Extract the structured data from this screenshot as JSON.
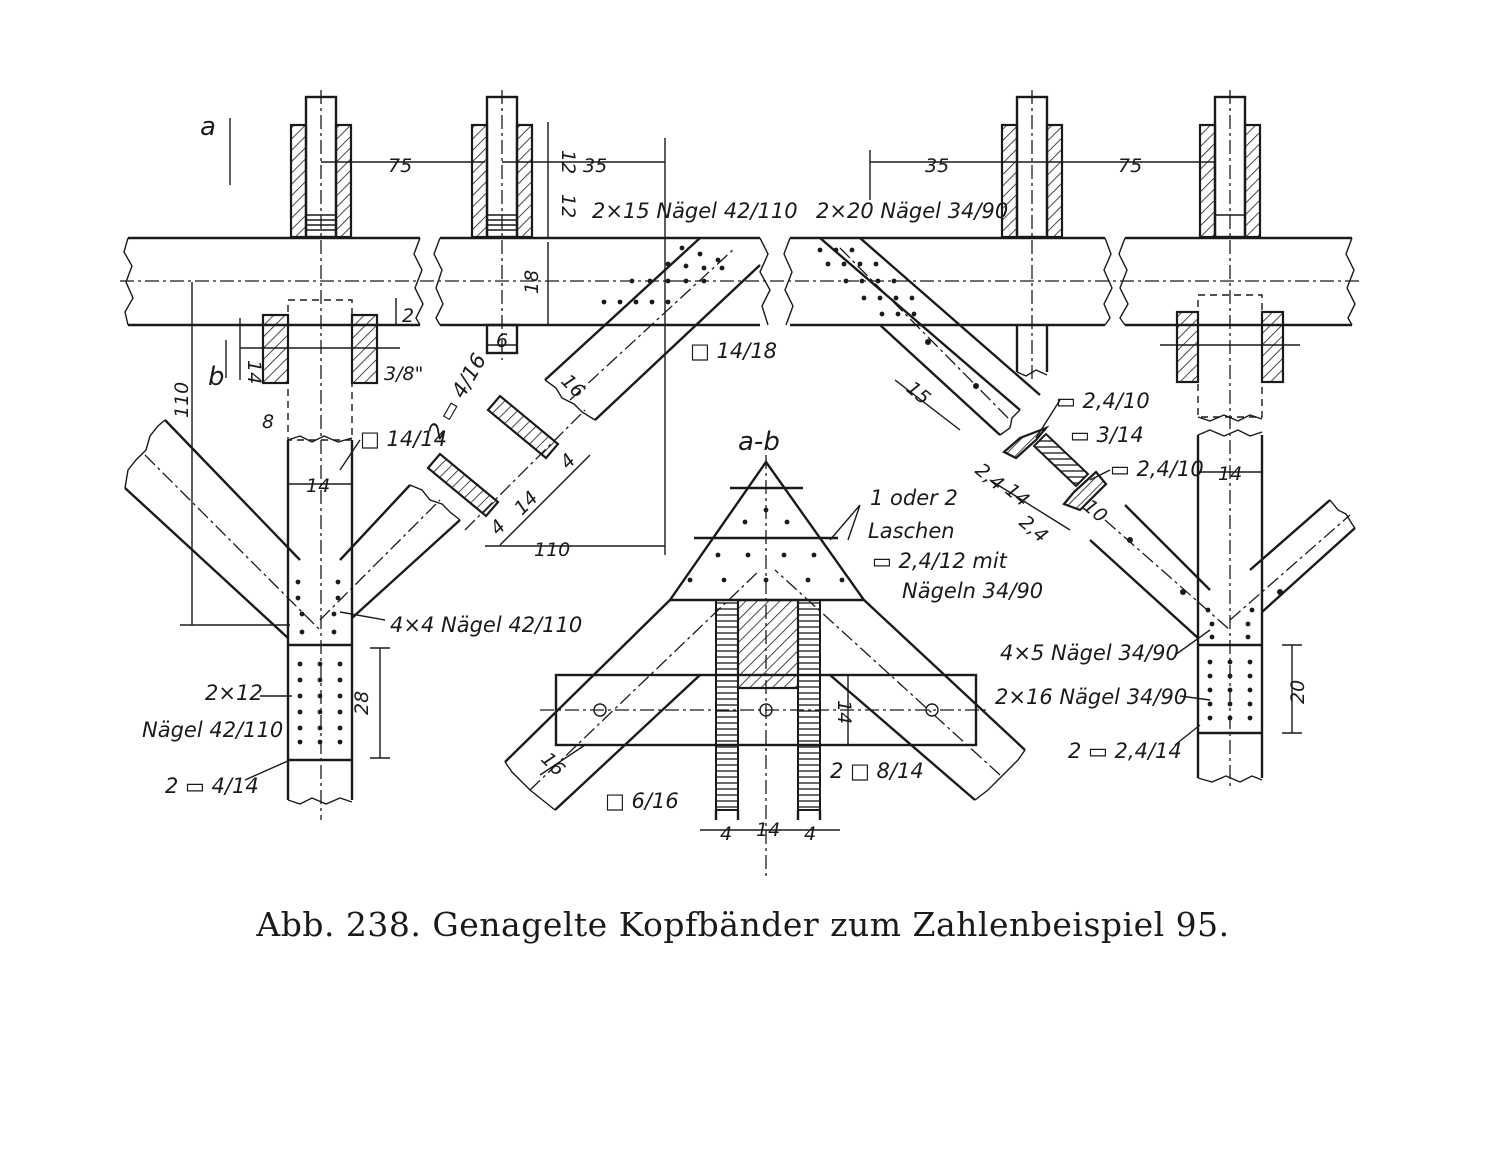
{
  "caption": "Abb. 238. Genagelte Kopfbänder zum Zahlenbeispiel 95.",
  "section_marks": {
    "a": "a",
    "b": "b",
    "section": "a-b"
  },
  "labels": {
    "nails_2x15": "2×15 Nägel 42/110",
    "nails_2x20": "2×20 Nägel 34/90",
    "sq_14_18": "□ 14/18",
    "sq_14_14": "□ 14/14",
    "plank_2_4_16": "2 ▭ 4/16",
    "nails_4x4": "4×4 Nägel 42/110",
    "nails_2x12_a": "2×12",
    "nails_2x12_b": "Nägel 42/110",
    "plank_2_4_14": "2 ▭ 4/14",
    "laschen_a": "1 oder 2",
    "laschen_b": "Laschen",
    "laschen_c": "▭ 2,4/12 mit",
    "laschen_d": "Nägeln 34/90",
    "sq_8_14": "2 □ 8/14",
    "sq_6_16": "□ 6/16",
    "plank_2_4_10_top": "▭ 2,4/10",
    "plank_3_14": "▭ 3/14",
    "plank_2_4_10_mid": "▭ 2,4/10",
    "nails_4x5": "4×5 Nägel 34/90",
    "nails_2x16": "2×16 Nägel 34/90",
    "plank_2_2_4_14": "2 ▭ 2,4/14",
    "bolt": "3/8\""
  },
  "dims": {
    "d75_left": "75",
    "d35_left": "35",
    "d12_a": "12",
    "d12_b": "12",
    "d18": "18",
    "d2": "2",
    "d14_bolt": "14",
    "d8": "8",
    "d6": "6",
    "d110_v": "110",
    "d14_col": "14",
    "d16_brace": "16",
    "d4_a": "4",
    "d14_plank": "14",
    "d4_b": "4",
    "d110_h": "110",
    "d28": "28",
    "d35_right": "35",
    "d75_right": "75",
    "d15": "15",
    "d2_4_a": "2,4",
    "d14_mid": "14",
    "d2_4_b": "2,4",
    "d10": "10",
    "d14_right": "14",
    "d20": "20",
    "d14_sec": "14",
    "d16_sec": "16",
    "d4_sec_l": "4",
    "d14_sec_b": "14",
    "d4_sec_r": "4"
  },
  "colors": {
    "ink": "#1a1a1a",
    "paper": "#ffffff"
  }
}
